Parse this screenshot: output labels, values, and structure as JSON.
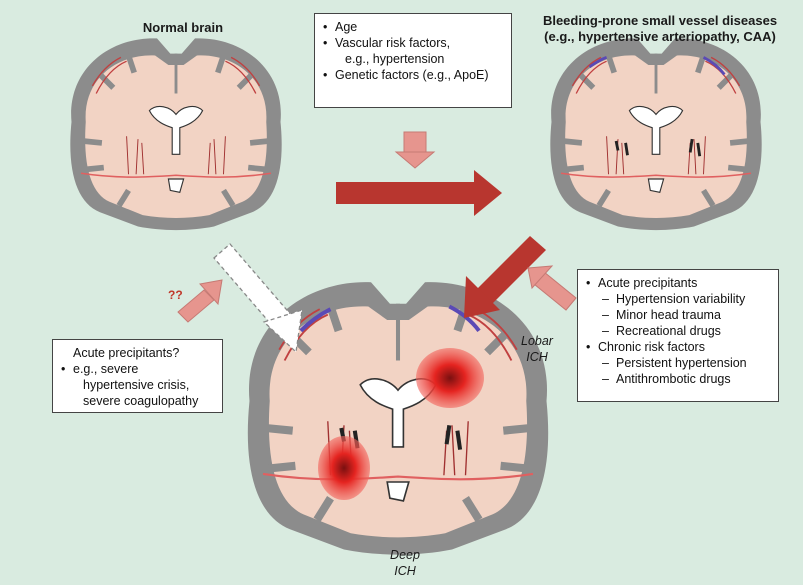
{
  "panels": {
    "normal_title": "Normal brain",
    "disease_title_line1": "Bleeding-prone small vessel diseases",
    "disease_title_line2": "(e.g., hypertensive arteriopathy, CAA)"
  },
  "risk_box": {
    "items": [
      {
        "type": "bullet",
        "text": "Age"
      },
      {
        "type": "bullet",
        "text": "Vascular risk factors,"
      },
      {
        "type": "cont",
        "text": "e.g., hypertension"
      },
      {
        "type": "bullet",
        "text": "Genetic factors (e.g., ApoE)"
      }
    ]
  },
  "acute_box_left": {
    "items": [
      {
        "type": "plain",
        "text": "Acute precipitants?"
      },
      {
        "type": "bullet",
        "text": "e.g., severe"
      },
      {
        "type": "cont",
        "text": "hypertensive crisis,"
      },
      {
        "type": "cont",
        "text": "severe coagulopathy"
      }
    ]
  },
  "precip_box_right": {
    "items": [
      {
        "type": "bullet",
        "text": "Acute precipitants"
      },
      {
        "type": "dash",
        "text": "Hypertension variability"
      },
      {
        "type": "dash",
        "text": "Minor head trauma"
      },
      {
        "type": "dash",
        "text": "Recreational drugs"
      },
      {
        "type": "bullet",
        "text": "Chronic risk factors"
      },
      {
        "type": "dash",
        "text": "Persistent hypertension"
      },
      {
        "type": "dash",
        "text": "Antithrombotic drugs"
      }
    ]
  },
  "labels": {
    "unknown": "??",
    "lobar_line1": "Lobar",
    "lobar_line2": "ICH",
    "deep_line1": "Deep",
    "deep_line2": "ICH"
  },
  "colors": {
    "background": "#d9ebe0",
    "brain_gray": "#8c8c8c",
    "brain_tissue": "#f2d3c4",
    "arrow_dark": "#b8362f",
    "arrow_light": "#e6958e",
    "hemorrhage": "#e52420"
  }
}
